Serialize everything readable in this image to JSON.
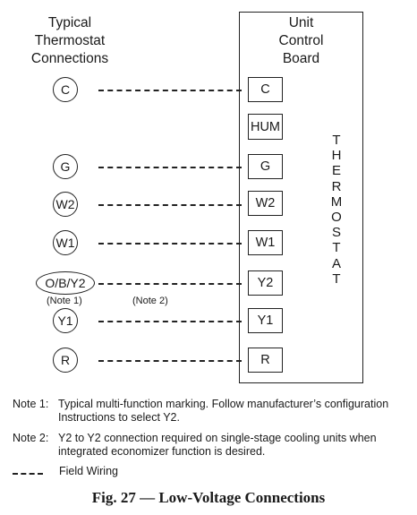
{
  "header": {
    "left_title_lines": [
      "Typical",
      "Thermostat",
      "Connections"
    ],
    "board_title_lines": [
      "Unit",
      "Control",
      "Board"
    ]
  },
  "board_vertical_label": [
    "T",
    "H",
    "E",
    "R",
    "M",
    "O",
    "S",
    "T",
    "A",
    "T"
  ],
  "thermostat_terminals": [
    "C",
    "G",
    "W2",
    "W1",
    "O/B/Y2",
    "Y1",
    "R"
  ],
  "board_terminals": [
    "C",
    "HUM",
    "G",
    "W2",
    "W1",
    "Y2",
    "Y1",
    "R"
  ],
  "small_notes": {
    "under_oby2": "(Note 1)",
    "under_wire": "(Note 2)"
  },
  "notes": [
    {
      "label": "Note 1:",
      "text": "Typical multi-function marking. Follow manufacturer’s configuration Instructions to select Y2."
    },
    {
      "label": "Note 2:",
      "text": "Y2 to Y2 connection required on single-stage cooling units when integrated economizer function is desired."
    }
  ],
  "legend": {
    "field_wiring": "Field Wiring"
  },
  "caption": "Fig. 27 — Low-Voltage Connections"
}
